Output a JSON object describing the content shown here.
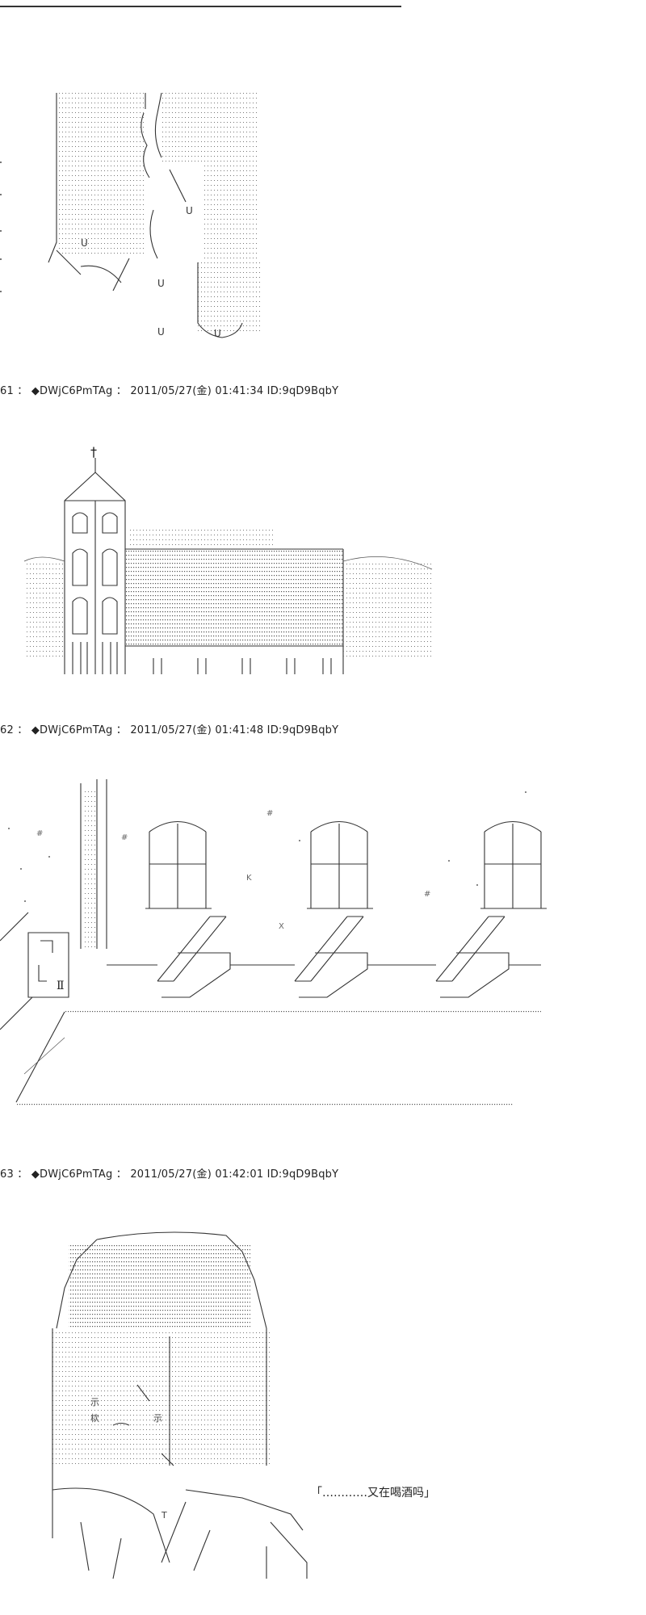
{
  "posts": [
    {
      "number": "61",
      "trip": "◆DWjC6PmTAg",
      "datetime": "2011/05/27(金) 01:41:34",
      "id": "ID:9qD9BqbY"
    },
    {
      "number": "62",
      "trip": "◆DWjC6PmTAg",
      "datetime": "2011/05/27(金) 01:41:48",
      "id": "ID:9qD9BqbY"
    },
    {
      "number": "63",
      "trip": "◆DWjC6PmTAg",
      "datetime": "2011/05/27(金) 01:42:01",
      "id": "ID:9qD9BqbY"
    }
  ],
  "speech_text": "「…………又在喝酒吗」",
  "art_marks": {
    "door_numeral": "Ⅱ",
    "church_cross": "†"
  },
  "colors": {
    "ink": "#222222",
    "background": "#ffffff"
  }
}
